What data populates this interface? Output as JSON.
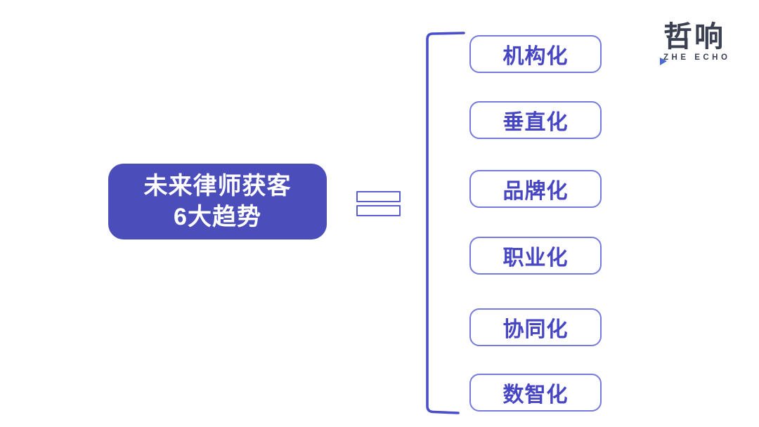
{
  "main_topic": {
    "line1": "未来律师获客",
    "line2": "6大趋势"
  },
  "trends": [
    {
      "label": "机构化"
    },
    {
      "label": "垂直化"
    },
    {
      "label": "品牌化"
    },
    {
      "label": "职业化"
    },
    {
      "label": "协同化"
    },
    {
      "label": "数智化"
    }
  ],
  "logo": {
    "name": "哲响",
    "subtitle": "ZHE ECHO"
  },
  "colors": {
    "main_box_fill": "#4B4EBA",
    "main_box_text": "#FFFFFF",
    "trend_border": "#767BDD",
    "trend_text": "#4645C4",
    "bracket_stroke": "#4A4FC9",
    "equals_border": "#5A5FD0",
    "logo_text": "#3B4152",
    "logo_accent": "#4A69D5"
  }
}
